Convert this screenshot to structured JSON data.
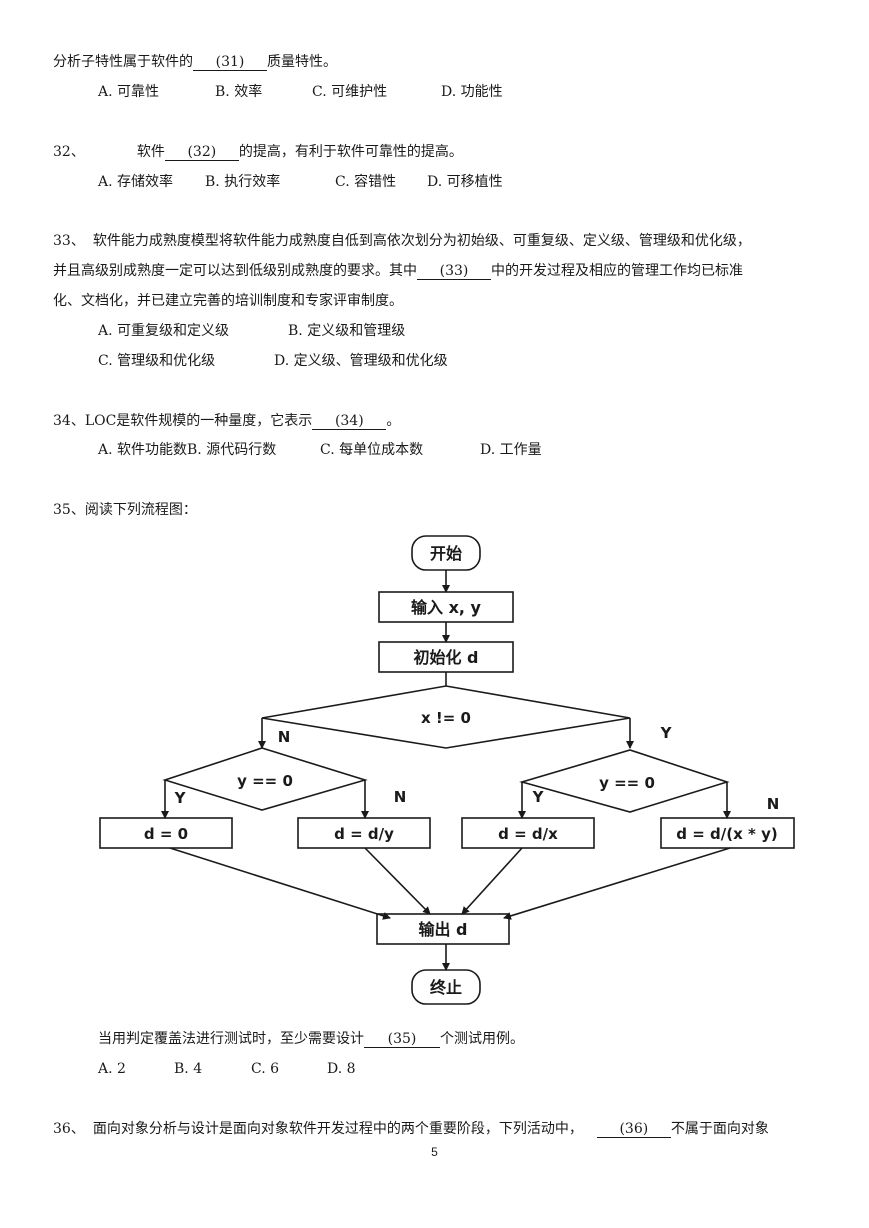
{
  "q31": {
    "pre": "分析子特性属于软件的",
    "blank": "(31)",
    "post": "质量特性。",
    "options": [
      "A. 可靠性",
      "B. 效率",
      "C. 可维护性",
      "D. 功能性"
    ]
  },
  "q32": {
    "num": "32、",
    "pre": "软件",
    "blank": "(32)",
    "post": "的提高，有利于软件可靠性的提高。",
    "options": [
      "A. 存储效率",
      "B. 执行效率",
      "C. 容错性",
      "D. 可移植性"
    ]
  },
  "q33": {
    "num": "33、",
    "line1": "软件能力成熟度模型将软件能力成熟度自低到高依次划分为初始级、可重复级、定义级、管理级和优化级，",
    "line2_pre": "并且高级别成熟度一定可以达到低级别成熟度的要求。其中",
    "blank": "(33)",
    "line2_post": "中的开发过程及相应的管理工作均已标准",
    "line3": "化、文档化，并已建立完善的培训制度和专家评审制度。",
    "options": [
      "A. 可重复级和定义级",
      "B. 定义级和管理级",
      "C. 管理级和优化级",
      "D. 定义级、管理级和优化级"
    ]
  },
  "q34": {
    "pre": "34、LOC是软件规模的一种量度，它表示",
    "blank": "(34)",
    "post": "。",
    "options": [
      "A. 软件功能数B. 源代码行数",
      "C. 每单位成本数",
      "D. 工作量"
    ]
  },
  "q35": {
    "title": "35、阅读下列流程图：",
    "flow": {
      "start": "开始",
      "input": "输入 x, y",
      "init": "初始化 d",
      "cond1": "x != 0",
      "cond2": "y == 0",
      "cond3": "y == 0",
      "box1": "d = 0",
      "box2": "d = d/y",
      "box3": "d = d/x",
      "box4": "d = d/(x * y)",
      "output": "输出 d",
      "end": "终止",
      "n1": "N",
      "y1": "Y",
      "y2": "Y",
      "n2": "N",
      "y3": "Y",
      "n3": "N"
    },
    "question_pre": "当用判定覆盖法进行测试时，至少需要设计",
    "blank": "(35)",
    "question_post": "个测试用例。",
    "options": [
      "A. 2",
      "B. 4",
      "C. 6",
      "D. 8"
    ]
  },
  "q36": {
    "num": "36、",
    "pre": "面向对象分析与设计是面向对象软件开发过程中的两个重要阶段，下列活动中，",
    "blank": "(36)",
    "post": "不属于面向对象"
  },
  "page_number": "5"
}
